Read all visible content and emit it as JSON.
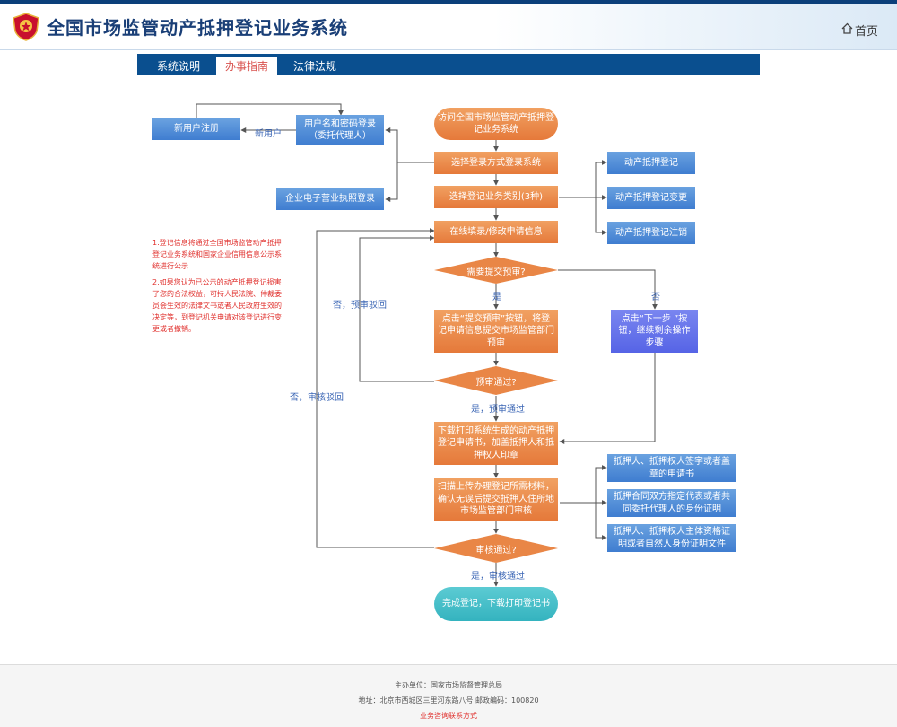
{
  "header": {
    "title": "全国市场监管动产抵押登记业务系统",
    "home_label": "首页",
    "emblem_icon": "shield-emblem-icon",
    "home_icon": "home-icon"
  },
  "nav": {
    "tabs": [
      {
        "label": "系统说明",
        "active": false
      },
      {
        "label": "办事指南",
        "active": true
      },
      {
        "label": "法律法规",
        "active": false
      }
    ]
  },
  "flow": {
    "start": "访问全国市场监管动产抵押登记业务系统",
    "login_user": "用户名和密码登录（委托代理人）",
    "new_user_register": "新用户注册",
    "new_user_edge": "新用户",
    "enterprise_login": "企业电子营业执照登录",
    "choose_login": "选择登录方式登录系统",
    "choose_category": "选择登记业务类别(3种)",
    "categories": [
      "动产抵押登记",
      "动产抵押登记变更",
      "动产抵押登记注销"
    ],
    "fill_form": "在线填录/修改申请信息",
    "need_pre_review": "需要提交预审?",
    "yes": "是",
    "no": "否",
    "submit_pre_review": "点击“提交预审”按钮，将登记申请信息提交市场监管部门预审",
    "next_step": "点击“下一步 ”按钮，继续剩余操作步骤",
    "pre_review_pass": "预审通过?",
    "pre_review_rejected": "否，预审驳回",
    "pre_review_passed": "是，预审通过",
    "download_print": "下载打印系统生成的动产抵押登记申请书，加盖抵押人和抵押权人印章",
    "scan_upload": "扫描上传办理登记所需材料，确认无误后提交抵押人住所地市场监管部门审核",
    "materials": [
      "抵押人、抵押权人签字或者盖章的申请书",
      "抵押合同双方指定代表或者共同委托代理人的身份证明",
      "抵押人、抵押权人主体资格证明或者自然人身份证明文件"
    ],
    "review_pass": "审核通过?",
    "review_rejected": "否，审核驳回",
    "review_passed": "是，审核通过",
    "complete": "完成登记，下载打印登记书"
  },
  "notes": [
    "1.登记信息将通过全国市场监管动产抵押登记业务系统和国家企业信用信息公示系统进行公示",
    "2.如果您认为已公示的动产抵押登记损害了您的合法权益，可持人民法院、仲裁委员会生效的法律文书或者人民政府生效的决定等，到登记机关申请对该登记进行变更或者撤销。"
  ],
  "footer": {
    "sponsor": "主办单位：国家市场监督管理总局",
    "address": "地址：北京市西城区三里河东路八号    邮政编码：100820",
    "contact_link": "业务咨询联系方式"
  },
  "colors": {
    "brand_blue": "#0a4f8f",
    "title_blue": "#1a3f77",
    "orange": "#e5793a",
    "blue_box": "#3f7dd0",
    "teal": "#34b3bf",
    "note_red": "#e0302d"
  }
}
